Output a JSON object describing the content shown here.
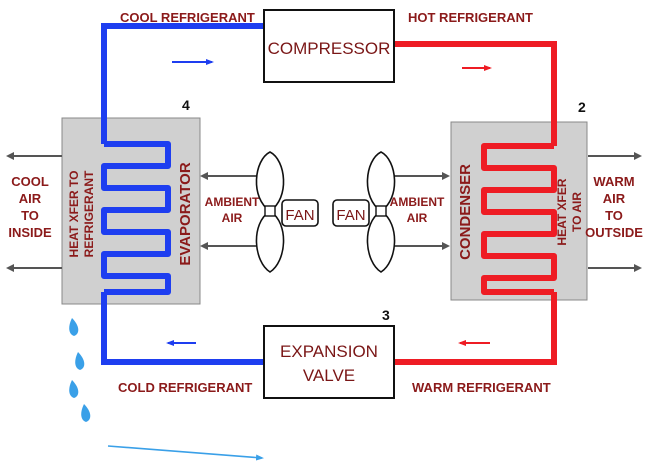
{
  "colors": {
    "hot": "#ee1c24",
    "cold": "#1e3ef0",
    "label": "#8b1a1a",
    "panel": "#d0d0d0",
    "arrow": "#555555",
    "drop": "#3aa0e8"
  },
  "components": {
    "compressor": "COMPRESSOR",
    "expansion_line1": "EXPANSION",
    "expansion_line2": "VALVE",
    "evaporator": "EVAPORATOR",
    "condenser": "CONDENSER"
  },
  "pipes": {
    "cool": "COOL REFRIGERANT",
    "hot": "HOT REFRIGERANT",
    "cold": "COLD REFRIGERANT",
    "warm": "WARM REFRIGERANT"
  },
  "numbers": {
    "n2": "2",
    "n3": "3",
    "n4": "4"
  },
  "left": {
    "heat_line1": "HEAT XFER TO",
    "heat_line2": "REFRIGERANT",
    "out_line1": "COOL",
    "out_line2": "AIR",
    "out_line3": "TO",
    "out_line4": "INSIDE",
    "ambient_line1": "AMBIENT",
    "ambient_line2": "AIR",
    "fan": "FAN"
  },
  "right": {
    "heat_line1": "HEAT XFER",
    "heat_line2": "TO AIR",
    "out_line1": "WARM",
    "out_line2": "AIR",
    "out_line3": "TO",
    "out_line4": "OUTSIDE",
    "ambient_line1": "AMBIENT",
    "ambient_line2": "AIR",
    "fan": "FAN"
  }
}
